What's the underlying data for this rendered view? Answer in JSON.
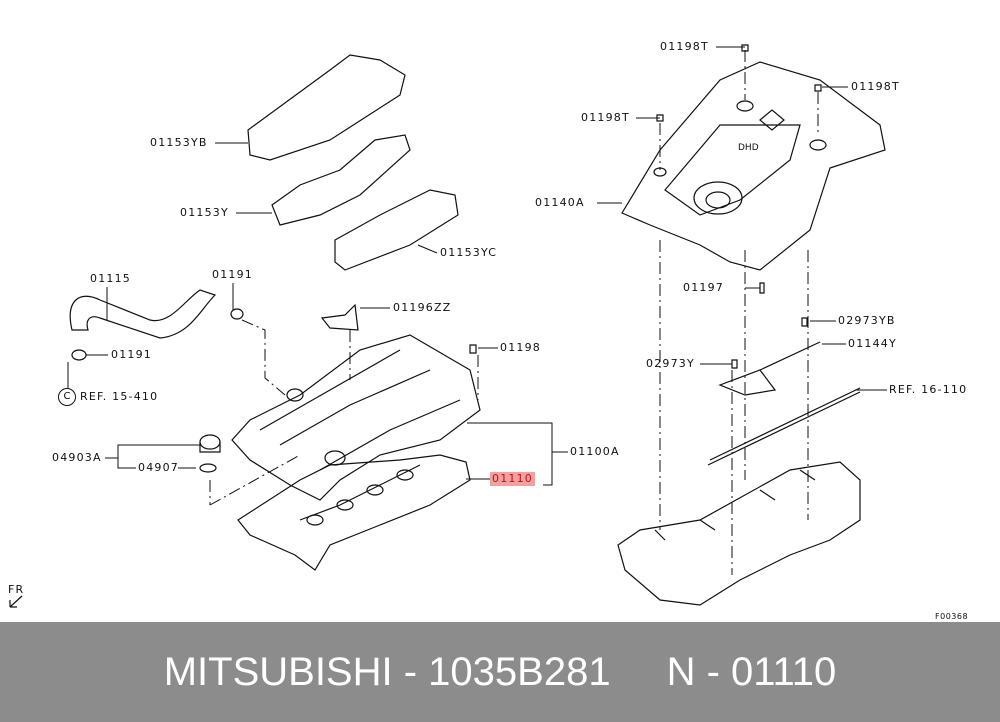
{
  "diagram": {
    "labels": {
      "top_bolt_1": "01198T",
      "top_bolt_2": "01198T",
      "top_bolt_3": "01198T",
      "engine_cover": "01140A",
      "insulator_yb": "01153YB",
      "insulator_y": "01153Y",
      "insulator_yc": "01153YC",
      "hose": "01115",
      "clamp_upper": "01191",
      "bracket": "01196ZZ",
      "clamp_lower": "01191",
      "ref_15": "REF. 15-410",
      "ref_15_circle": "C",
      "bolt": "01198",
      "stud": "01197",
      "bolt_yb": "02973YB",
      "bracket_y": "01144Y",
      "bolt_y": "02973Y",
      "ref_16": "REF. 16-110",
      "cap": "04903A",
      "oring": "04907",
      "rocker_cover": "01100A",
      "gasket": "01110",
      "front_marker": "FR",
      "figure_id": "F00368"
    },
    "highlight_color": "#f4a0a0"
  },
  "footer": {
    "part_text": "MITSUBISHI - 1035B281",
    "ref_text": "N - 01110"
  }
}
